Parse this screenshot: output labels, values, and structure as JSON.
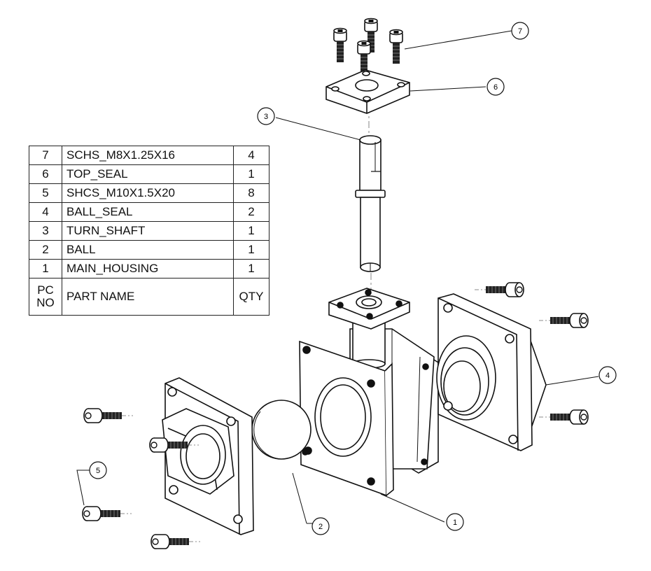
{
  "bom": {
    "rows": [
      {
        "no": "7",
        "name": "SCHS_M8X1.25X16",
        "qty": "4"
      },
      {
        "no": "6",
        "name": "TOP_SEAL",
        "qty": "1"
      },
      {
        "no": "5",
        "name": "SHCS_M10X1.5X20",
        "qty": "8"
      },
      {
        "no": "4",
        "name": "BALL_SEAL",
        "qty": "2"
      },
      {
        "no": "3",
        "name": "TURN_SHAFT",
        "qty": "1"
      },
      {
        "no": "2",
        "name": "BALL",
        "qty": "1"
      },
      {
        "no": "1",
        "name": "MAIN_HOUSING",
        "qty": "1"
      }
    ],
    "header": {
      "no_line1": "PC",
      "no_line2": "NO",
      "name": "PART NAME",
      "qty": "QTY"
    }
  },
  "balloons": {
    "b7": "7",
    "b6": "6",
    "b3": "3",
    "b4": "4",
    "b5": "5",
    "b2": "2",
    "b1": "1"
  }
}
